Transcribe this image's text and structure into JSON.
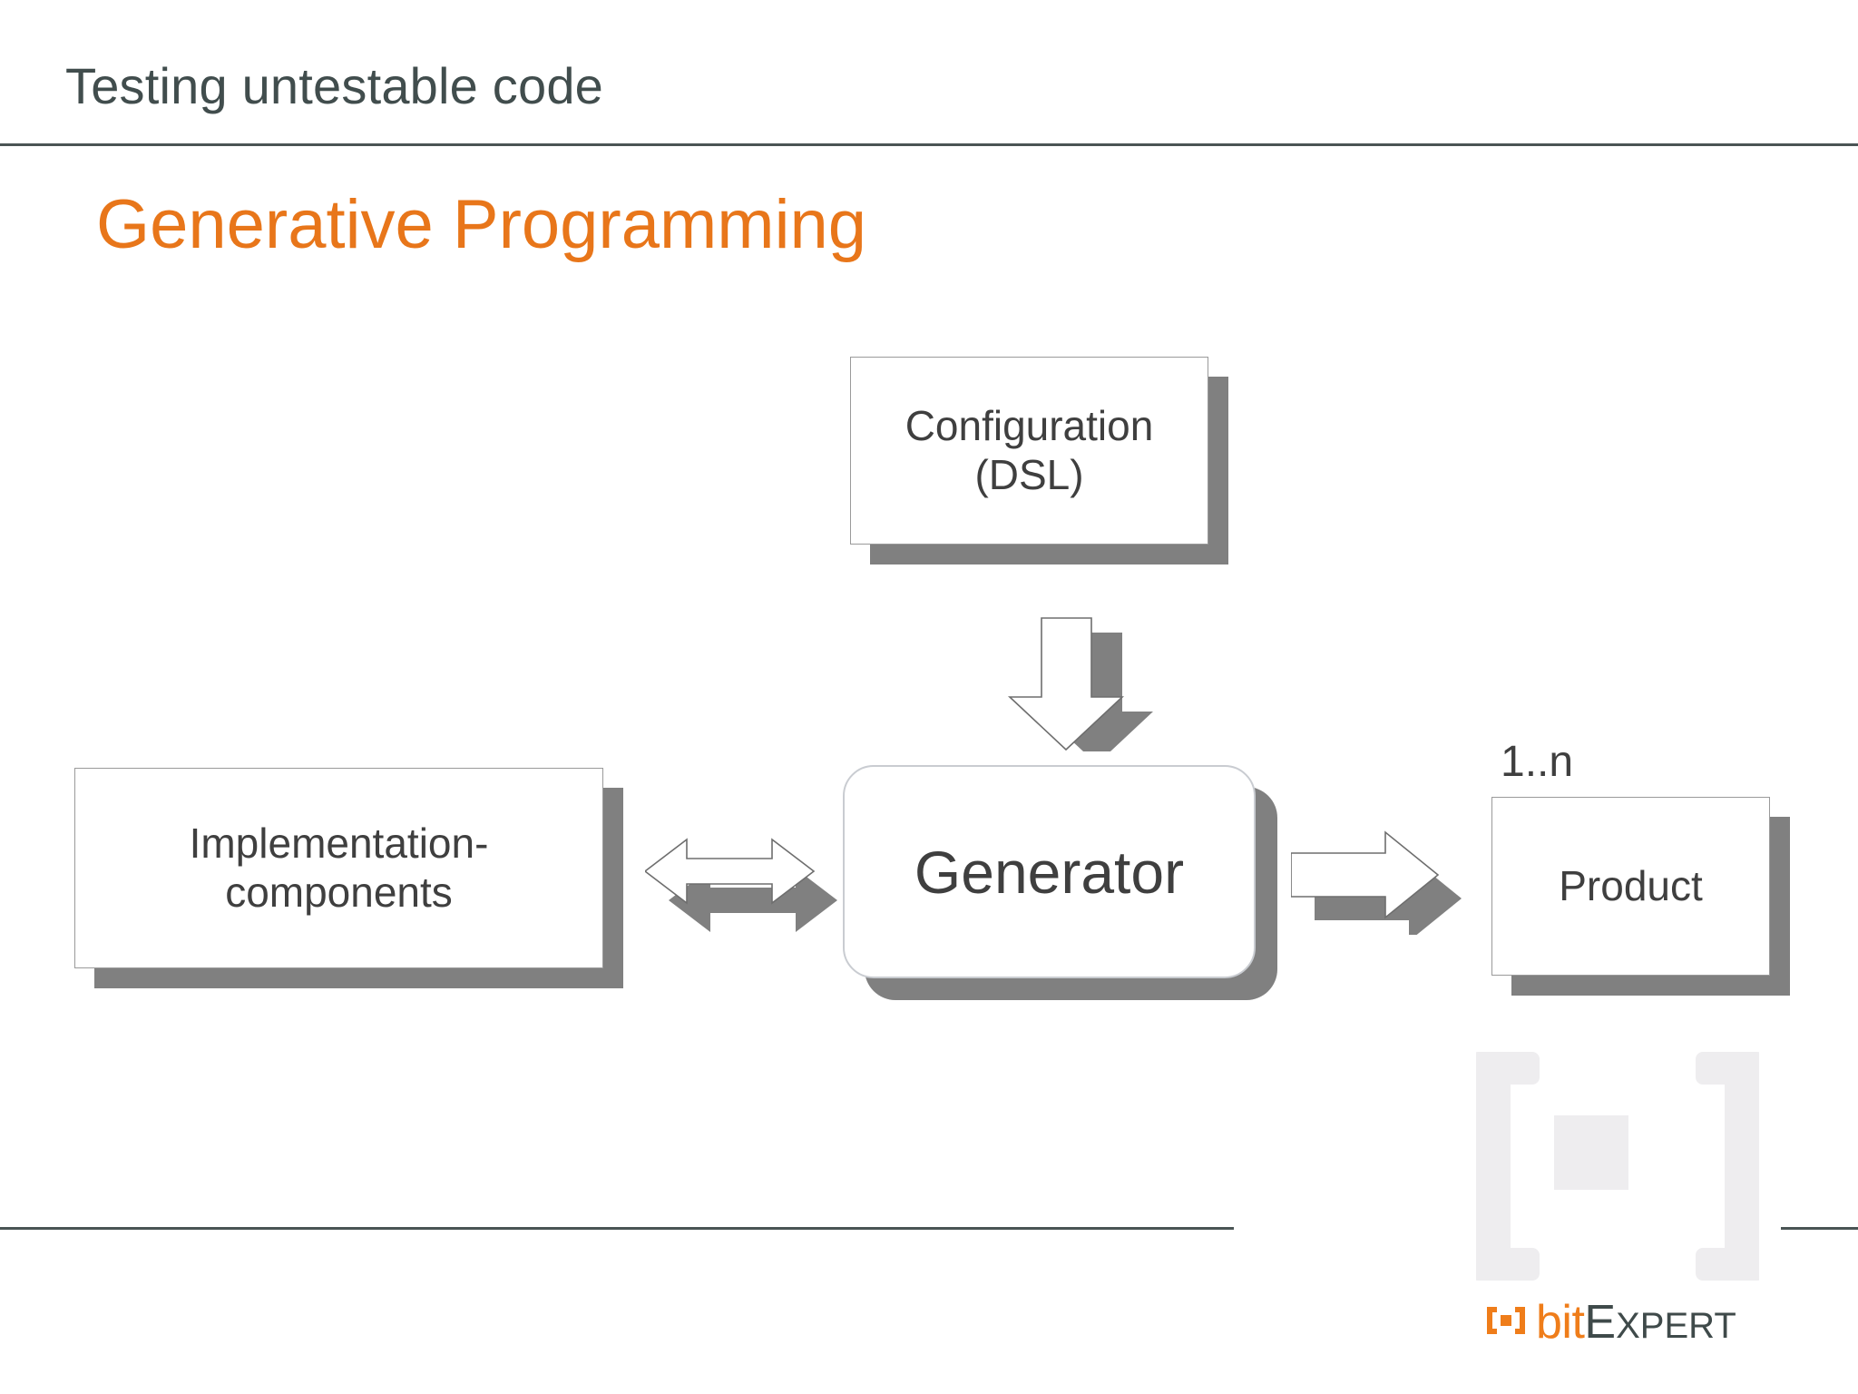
{
  "slide": {
    "header": "Testing untestable code",
    "title": "Generative Programming",
    "accent_color": "#e8761a",
    "text_color": "#3f3f3f",
    "header_color": "#414d4d",
    "shadow_color": "#808080",
    "rule_color": "#4a5454"
  },
  "diagram": {
    "config_box": {
      "line1": "Configuration",
      "line2": "(DSL)"
    },
    "impl_box": {
      "line1": "Implementation-",
      "line2": "components"
    },
    "generator_box": {
      "label": "Generator"
    },
    "product_box": {
      "label": "Product",
      "multiplicity": "1..n"
    },
    "arrows": {
      "down": "arrow-down-icon",
      "bidirectional": "arrow-left-right-icon",
      "right": "arrow-right-icon"
    }
  },
  "logo": {
    "watermark": "bracket-watermark-icon",
    "mark_icon": "bracket-dot-icon",
    "word_bit": "bit",
    "word_expert_cap": "E",
    "word_expert_rest": "XPERT",
    "bit_color": "#ef7d1a",
    "expert_color": "#3f4a4a"
  }
}
